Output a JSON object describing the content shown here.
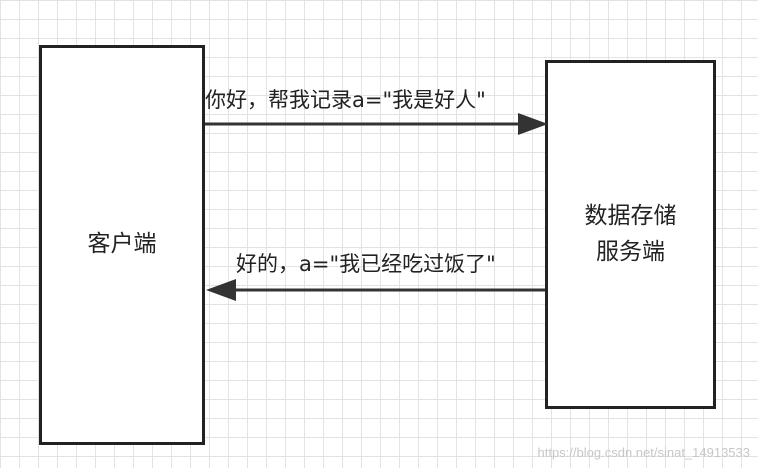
{
  "client": {
    "label": "客户端"
  },
  "server": {
    "label_line1": "数据存储",
    "label_line2": "服务端"
  },
  "request": {
    "label": "你好，帮我记录a=\"我是好人\""
  },
  "response": {
    "label": "好的，a=\"我已经吃过饭了\""
  },
  "watermark": "https://blog.csdn.net/sinat_14913533"
}
